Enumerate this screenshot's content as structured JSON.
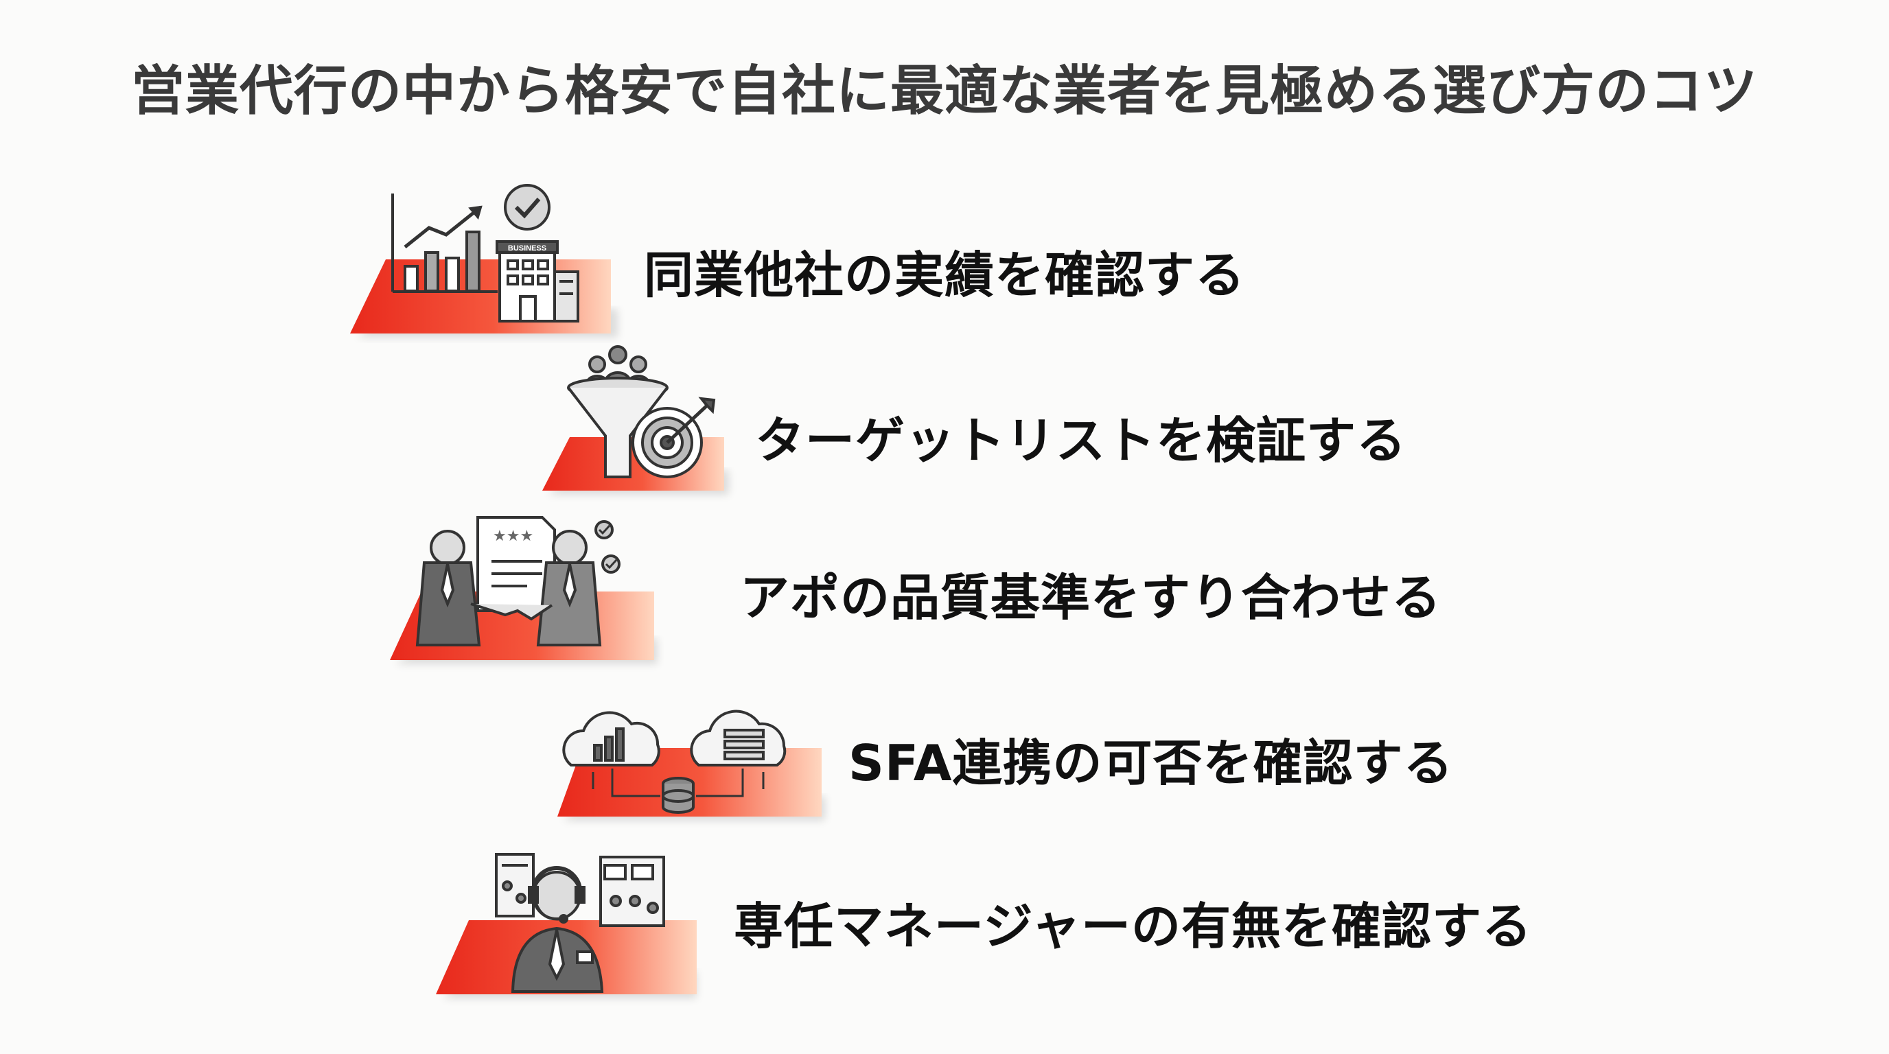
{
  "title": "営業代行の中から格安で自社に最適な業者を見極める選び方のコツ",
  "items": [
    {
      "label": "同業他社の実績を確認する",
      "icon": "business-growth-icon",
      "badge_text": "BUSINESS"
    },
    {
      "label": "ターゲットリストを検証する",
      "icon": "funnel-target-icon"
    },
    {
      "label": "アポの品質基準をすり合わせる",
      "icon": "handshake-agreement-icon"
    },
    {
      "label": "SFA連携の可否を確認する",
      "icon": "cloud-sync-icon"
    },
    {
      "label": "専任マネージャーの有無を確認する",
      "icon": "manager-headset-icon"
    }
  ],
  "colors": {
    "accent_start": "#e8291c",
    "accent_end": "#ffd3b8",
    "text": "#111111",
    "title": "#3a3a3a"
  }
}
